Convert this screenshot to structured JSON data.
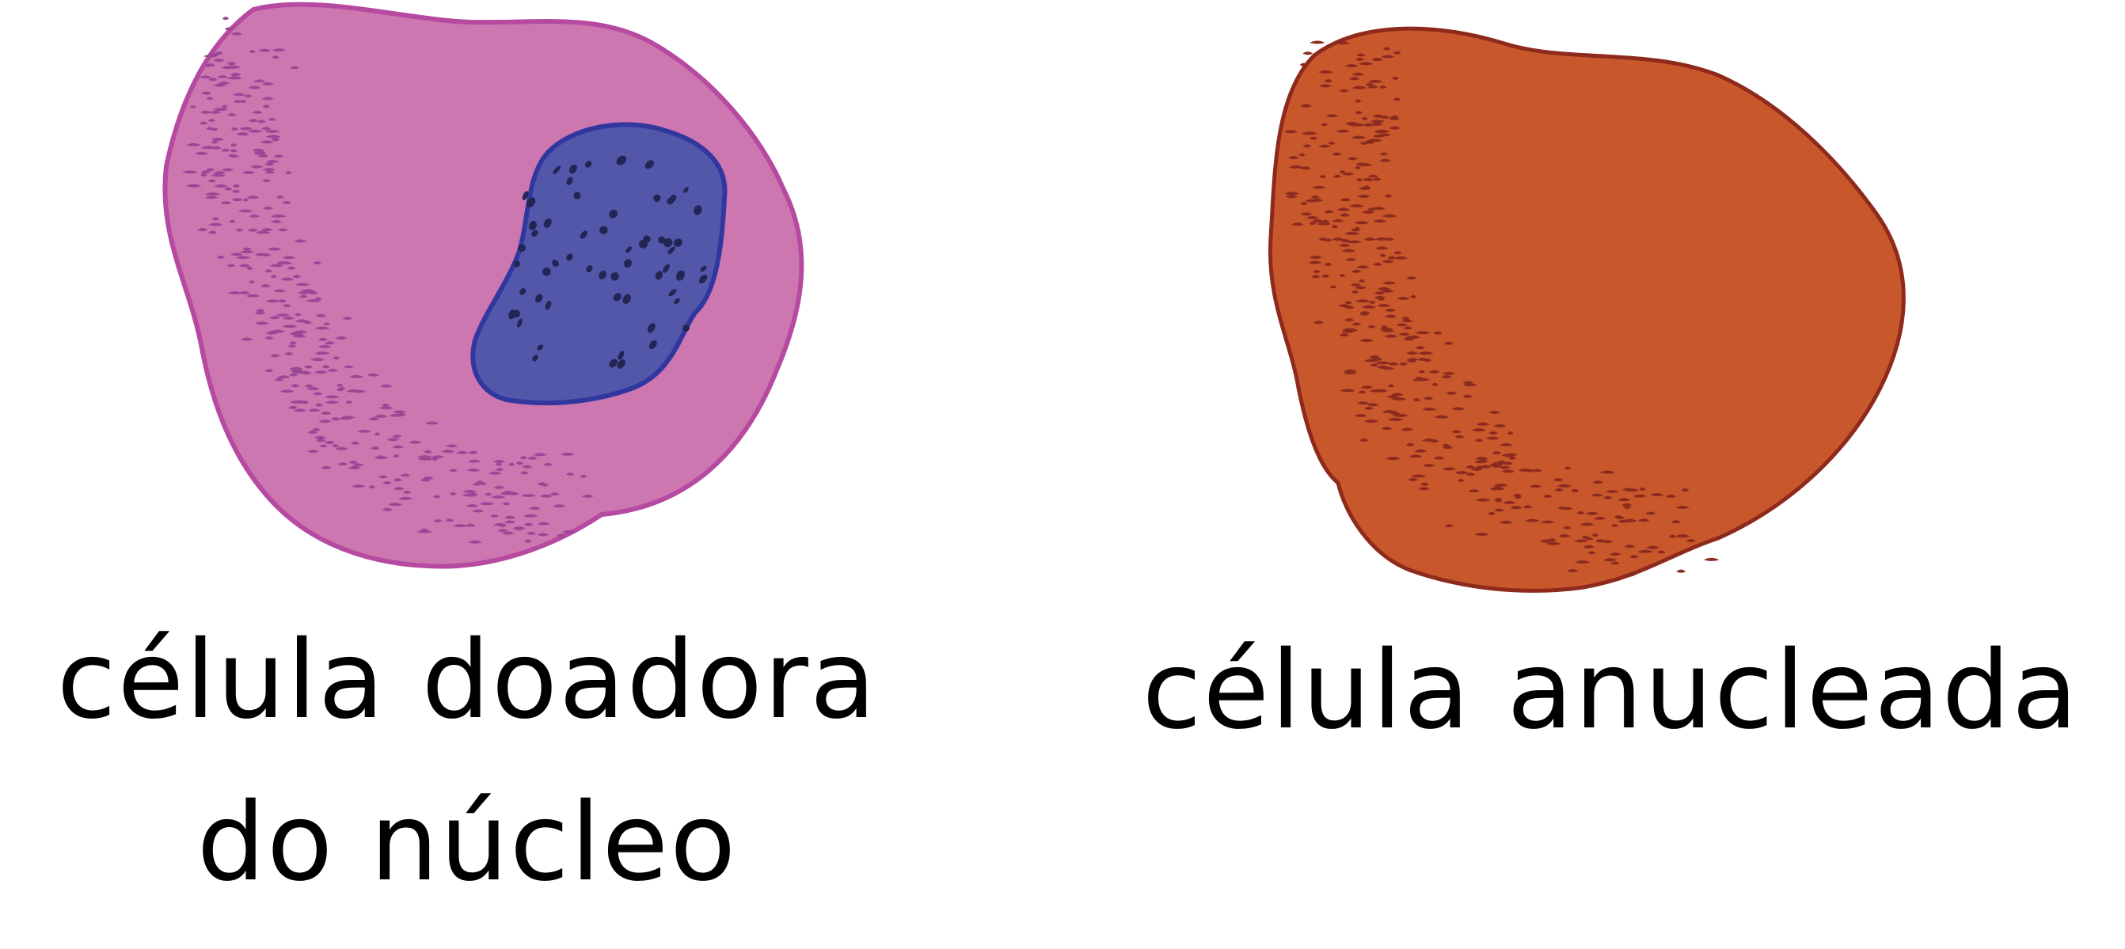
{
  "donor_cell": {
    "caption_line1": "célula doadora",
    "caption_line2": "do núcleo",
    "cytoplasm_color": "#cd77b1",
    "membrane_color": "#b64aa1",
    "granule_color": "#9a4795",
    "nucleus_color": "#5357a9",
    "nucleus_border_color": "#3237a0",
    "chromatin_color": "#232554"
  },
  "enucleated_cell": {
    "caption": "célula anucleada",
    "cytoplasm_color": "#c9572c",
    "membrane_color": "#8e2a1c",
    "granule_color": "#8b2a1e"
  }
}
